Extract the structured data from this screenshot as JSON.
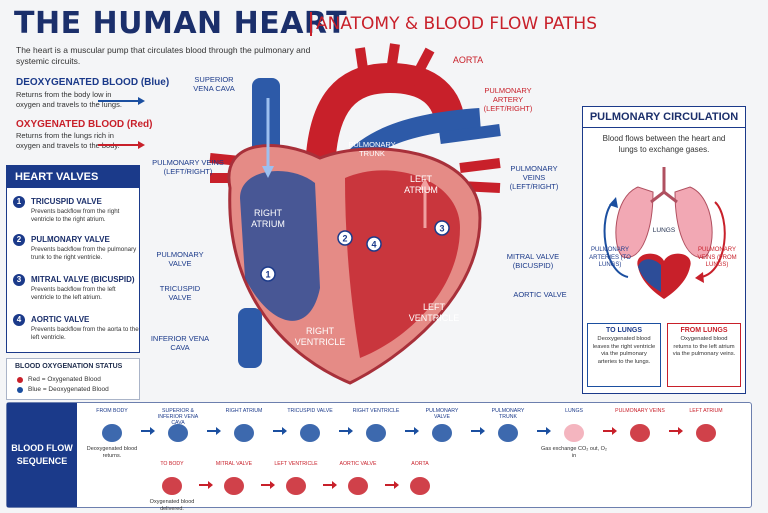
{
  "header": {
    "title": "THE HUMAN HEART",
    "subtitle": "ANATOMY & BLOOD FLOW PATHS",
    "intro": "The heart is a muscular pump that circulates blood through the pulmonary and systemic circuits."
  },
  "legend": {
    "deoxy_title": "DEOXYGENATED BLOOD (Blue)",
    "deoxy_text": "Returns from the body low in oxygen and travels to the lungs.",
    "oxy_title": "OXYGENATED BLOOD (Red)",
    "oxy_text": "Returns from the lungs rich in oxygen and travels to the body."
  },
  "valves": {
    "heading": "HEART VALVES",
    "items": [
      {
        "num": "1",
        "name": "TRICUSPID VALVE",
        "desc": "Prevents backflow from the right ventricle to the right atrium."
      },
      {
        "num": "2",
        "name": "PULMONARY VALVE",
        "desc": "Prevents backflow from the pulmonary trunk to the right ventricle."
      },
      {
        "num": "3",
        "name": "MITRAL VALVE (BICUSPID)",
        "desc": "Prevents backflow from the left ventricle to the left atrium."
      },
      {
        "num": "4",
        "name": "AORTIC VALVE",
        "desc": "Prevents backflow from the aorta to the left ventricle."
      }
    ]
  },
  "oxygenation": {
    "heading": "BLOOD OXYGENATION STATUS",
    "red": "Red = Oxygenated Blood",
    "blue": "Blue = Deoxygenated Blood",
    "colors": {
      "red": "#c8202a",
      "blue": "#1b4fa0"
    }
  },
  "diagram": {
    "superior_vena_cava": "SUPERIOR VENA CAVA",
    "pulmonary_veins_left": "PULMONARY VEINS (LEFT/RIGHT)",
    "pulmonary_valve": "PULMONARY VALVE",
    "tricuspid_valve": "TRICUSPID VALVE",
    "inferior_vena_cava": "INFERIOR VENA CAVA",
    "aorta": "AORTA",
    "pulmonary_artery": "PULMONARY ARTERY (LEFT/RIGHT)",
    "pulmonary_trunk": "PULMONARY TRUNK",
    "pulmonary_veins_right": "PULMONARY VEINS (LEFT/RIGHT)",
    "mitral_valve": "MITRAL VALVE (BICUSPID)",
    "aortic_valve": "AORTIC VALVE",
    "right_atrium": "RIGHT ATRIUM",
    "right_ventricle": "RIGHT VENTRICLE",
    "left_atrium": "LEFT ATRIUM",
    "left_ventricle": "LEFT VENTRICLE",
    "markers": [
      "1",
      "2",
      "3",
      "4"
    ]
  },
  "pulmonary": {
    "heading": "PULMONARY CIRCULATION",
    "text": "Blood flows between the heart and lungs to exchange gases.",
    "lungs": "LUNGS",
    "arteries": "PULMONARY ARTERIES (TO LUNGS)",
    "veins": "PULMONARY VEINS (FROM LUNGS)",
    "to_lungs_title": "TO LUNGS",
    "to_lungs_text": "Deoxygenated blood leaves the right ventricle via the pulmonary arteries to the lungs.",
    "from_lungs_title": "FROM LUNGS",
    "from_lungs_text": "Oxygenated blood returns to the left atrium via the pulmonary veins."
  },
  "sequence": {
    "heading": "BLOOD FLOW SEQUENCE",
    "top": [
      {
        "label": "FROM BODY",
        "note": "Deoxygenated blood returns."
      },
      {
        "label": "SUPERIOR & INFERIOR VENA CAVA"
      },
      {
        "label": "RIGHT ATRIUM"
      },
      {
        "label": "TRICUSPID VALVE"
      },
      {
        "label": "RIGHT VENTRICLE"
      },
      {
        "label": "PULMONARY VALVE"
      },
      {
        "label": "PULMONARY TRUNK"
      },
      {
        "label": "LUNGS",
        "note": "Gas exchange CO₂ out, O₂ in"
      },
      {
        "label": "PULMONARY VEINS"
      },
      {
        "label": "LEFT ATRIUM"
      }
    ],
    "bottom": [
      {
        "label": "TO BODY",
        "note": "Oxygenated blood delivered."
      },
      {
        "label": "MITRAL VALVE"
      },
      {
        "label": "LEFT VENTRICLE"
      },
      {
        "label": "AORTIC VALVE"
      },
      {
        "label": "AORTA"
      }
    ]
  }
}
